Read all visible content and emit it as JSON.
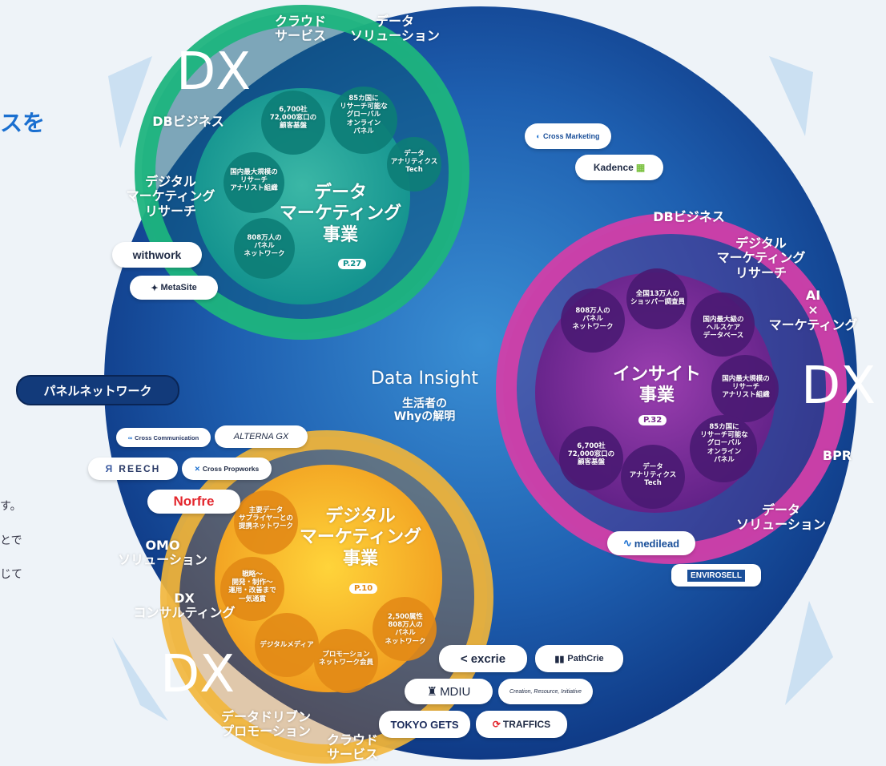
{
  "left_text": {
    "heading_fragment": "スを",
    "body_line_1": "す。",
    "body_line_2": "とで",
    "body_line_3": "じて"
  },
  "center": {
    "title": "Data Insight",
    "subtitle": "生活者の\nWhyの解明"
  },
  "panel_network": "パネルネットワーク",
  "dx": "DX",
  "data_marketing": {
    "title": "データ\nマーケティング\n事業",
    "page": "P.27",
    "nodes": [
      "6,700社\n72,000窓口の\n顧客基盤",
      "85カ国に\nリサーチ可能な\nグローバル\nオンライン\nパネル",
      "データ\nアナリティクス\nTech",
      "国内最大規模の\nリサーチ\nアナリスト組織",
      "808万人の\nパネル\nネットワーク"
    ],
    "segments": [
      "クラウド\nサービス",
      "データ\nソリューション",
      "DBビジネス",
      "デジタル\nマーケティング\nリサーチ"
    ]
  },
  "insight": {
    "title": "インサイト\n事業",
    "page": "P.32",
    "nodes": [
      "808万人の\nパネル\nネットワーク",
      "全国13万人の\nショッパー調査員",
      "国内最大級の\nヘルスケア\nデータベース",
      "国内最大規模の\nリサーチ\nアナリスト組織",
      "85カ国に\nリサーチ可能な\nグローバル\nオンライン\nパネル",
      "6,700社\n72,000窓口の\n顧客基盤",
      "データ\nアナリティクス\nTech"
    ],
    "segments": [
      "DBビジネス",
      "デジタル\nマーケティング\nリサーチ",
      "AI\n×\nマーケティング",
      "BPR",
      "データ\nソリューション"
    ]
  },
  "digital_marketing": {
    "title": "デジタル\nマーケティング\n事業",
    "page": "P.10",
    "nodes": [
      "主要データ\nサプライヤーとの\n提携ネットワーク",
      "戦略〜\n開発・制作〜\n運用・改善まで\n一気通貫",
      "デジタルメディア",
      "プロモーション\nネットワーク会員",
      "2,500属性\n808万人の\nパネル\nネットワーク"
    ],
    "segments": [
      "OMO\nソリューション",
      "DX\nコンサルティング",
      "データドリブン\nプロモーション",
      "クラウド\nサービス"
    ]
  },
  "logos": {
    "cross_marketing": "Cross Marketing",
    "kadence": "Kadence",
    "withwork": "withwork",
    "metasite": "MetaSite",
    "cross_communication": "Cross Communication",
    "alterna": "ALTERNA GX",
    "reech": "REECH",
    "cross_propworks": "Cross Propworks",
    "norfre": "Norfre",
    "medilead": "medilead",
    "envirosell": "ENVIROSELL",
    "excrie": "excrie",
    "pathcrie": "PathCrie",
    "mdiu": "MDIU",
    "creative": "Creation, Resource, Initiative",
    "tokyo_gets": "TOKYO GETS",
    "traffics": "TRAFFICS"
  },
  "colors": {
    "navy": "#0f3a86",
    "green": "#16a583",
    "teal": "#0f8f8c",
    "magenta": "#d13fa9",
    "purple": "#7a2a8e",
    "orange": "#f0a226",
    "norfre_red": "#e3262d",
    "heading_blue": "#1a6fd0"
  }
}
